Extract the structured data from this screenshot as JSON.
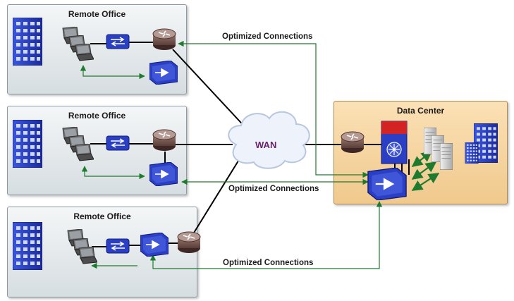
{
  "offices": [
    {
      "title": "Remote Office"
    },
    {
      "title": "Remote Office"
    },
    {
      "title": "Remote Office"
    }
  ],
  "data_center": {
    "title": "Data Center"
  },
  "wan": {
    "label": "WAN"
  },
  "connections": [
    {
      "label": "Optimized Connections"
    },
    {
      "label": "Optimized Connections"
    },
    {
      "label": "Optimized Connections"
    }
  ],
  "colors": {
    "optimized_link": "#1e7a2e",
    "wan_text": "#6b1f6b",
    "device_blue": "#2a3fc4",
    "router": "#7a5a55"
  }
}
